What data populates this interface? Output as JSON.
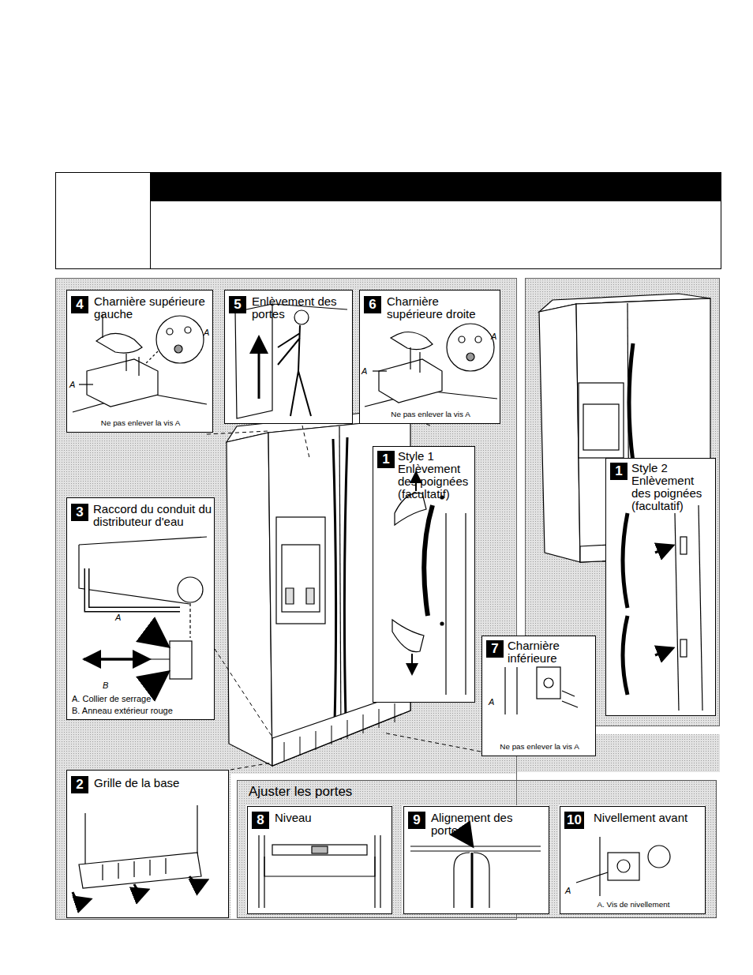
{
  "diagram": {
    "nodes": [
      {
        "text": [
          "4",
          "Charnière supérieure gauche",
          "Ne pas enlever la vis A"
        ]
      },
      {
        "text": [
          "5",
          "Enlèvement des portes"
        ]
      },
      {
        "text": [
          "6",
          "Charnière supérieure droite",
          "Ne pas enlever la vis A"
        ]
      },
      {
        "text": [
          "3",
          "Raccord du conduit du distributeur d'eau",
          "A. Collier de serrage",
          "B. Anneau extérieur rouge"
        ]
      },
      {
        "text": [
          "1",
          "Style 1 Enlèvement des poignées (facultatif)"
        ]
      },
      {
        "text": [
          "7",
          "Charnière inférieure",
          "Ne pas enlever la vis A"
        ]
      },
      {
        "text": [
          "1",
          "Style 2 Enlèvement des poignées (facultatif)"
        ]
      },
      {
        "text": [
          "2",
          "Grille de la base"
        ]
      },
      {
        "text": [
          "Ajuster les portes"
        ]
      },
      {
        "text": [
          "8",
          "Niveau"
        ],
        "in": 8
      },
      {
        "text": [
          "9",
          "Alignement des portes"
        ],
        "in": 8
      },
      {
        "text": [
          "10",
          "Nivellement avant",
          "A. Vis de nivellement"
        ],
        "in": 8
      }
    ],
    "labels": [
      "A",
      "A",
      "A",
      "A",
      "A",
      "B",
      "A",
      "A"
    ]
  }
}
